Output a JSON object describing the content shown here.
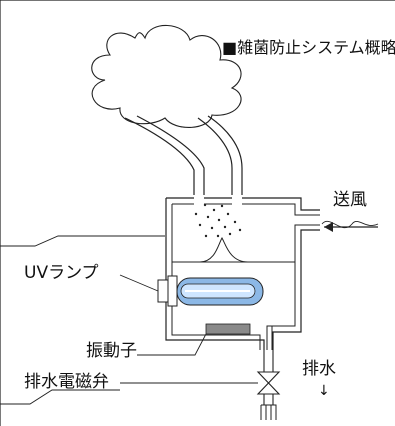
{
  "diagram": {
    "title": "■雑菌防止システム概略図",
    "labels": {
      "uv_lamp": "UVランプ",
      "air_blow": "送風",
      "vibrator": "振動子",
      "drain": "排水",
      "drain_valve": "排水電磁弁"
    },
    "colors": {
      "line": "#222222",
      "vibrator_fill": "#8a8a8a",
      "lamp_inner": "#cfe6ff",
      "lamp_outer": "#8cb8e6"
    },
    "arrows": {
      "drain_direction": "↓"
    }
  }
}
